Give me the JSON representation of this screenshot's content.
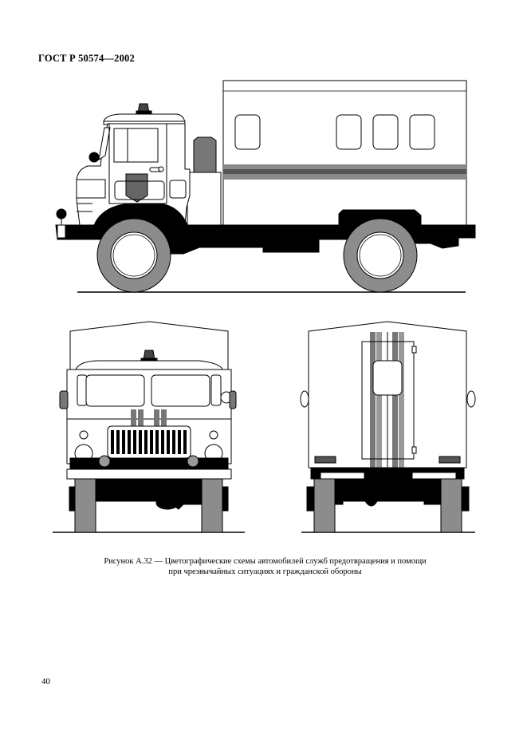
{
  "document": {
    "header": "ГОСТ Р 50574—2002",
    "page_number": "40",
    "figure": {
      "number": "Рисунок А.32",
      "caption_line1": "Рисунок А.32 — Цветографические схемы автомобилей служб предотвращения и помощи",
      "caption_line2": "при чрезвычайных ситуациях и гражданской обороны",
      "views": [
        {
          "name": "side-view",
          "description": "Side view of truck with box body and horizontal stripe"
        },
        {
          "name": "front-view",
          "description": "Front view of truck with vertical stripes on hood"
        },
        {
          "name": "rear-view",
          "description": "Rear view of box body with vertical stripes on door"
        }
      ]
    },
    "colors": {
      "stripe_gray": "#7a7a7a",
      "stripe_dark": "#555555",
      "tire_gray": "#8c8c8c",
      "chassis_black": "#000000",
      "body_white": "#ffffff"
    }
  }
}
